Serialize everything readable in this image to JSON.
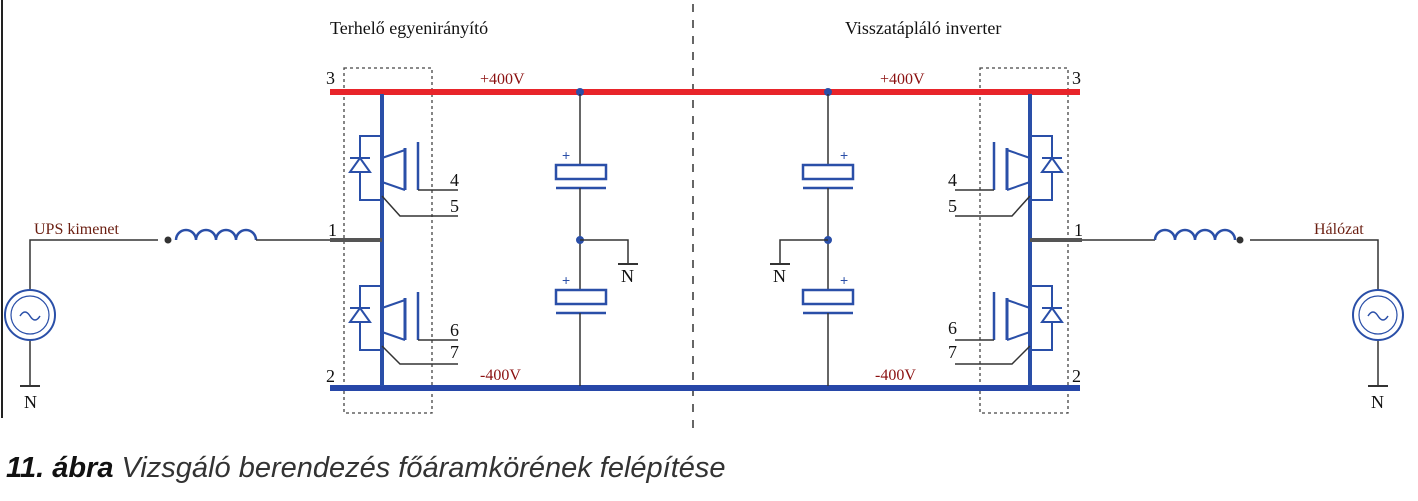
{
  "diagram": {
    "title_left": "Terhelő egyenirányító",
    "title_right": "Visszatápláló inverter",
    "bus_pos_left": "+400V",
    "bus_pos_right": "+400V",
    "bus_neg_left": "-400V",
    "bus_neg_right": "-400V",
    "source_left": "UPS kimenet",
    "source_right": "Hálózat",
    "neutral": "N",
    "node_labels": {
      "n1": "1",
      "n2": "2",
      "n3": "3",
      "n4": "4",
      "n5": "5",
      "n6": "6",
      "n7": "7"
    },
    "cap_plus": "+",
    "colors": {
      "positive_bus": "#e8242a",
      "negative_bus": "#2747a8",
      "wire_blue": "#2a4fa8",
      "wire_dark": "#333333"
    }
  },
  "caption": {
    "number": "11. ábra",
    "text": "Vizsgáló berendezés főáramkörének felépítése"
  }
}
